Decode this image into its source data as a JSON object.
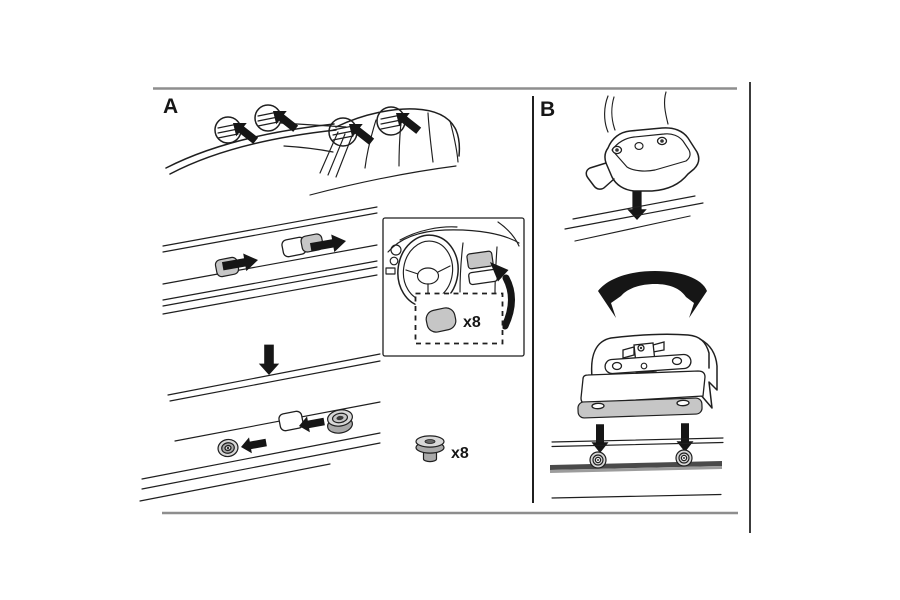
{
  "sheet": {
    "panels": {
      "a": {
        "label": "A",
        "glovebox_inset": {
          "qty_label": "x8"
        },
        "grommet_part": {
          "qty_label": "x8"
        }
      },
      "b": {
        "label": "B"
      }
    }
  },
  "icons": {
    "bold-arrow-icon": "filled polygon directional arrow",
    "rotate-arrow-icon": "thick curved black ribbon with swallowtail tips",
    "curved-arrow-icon": "black swoosh arrow pointing to glovebox",
    "fixpoint-circle-icon": "magnifier circle over roof fixpoint"
  },
  "colors": {
    "background": "#ffffff",
    "line": "#1f1f1f",
    "arrow_black": "#161616",
    "part_gray": "#c6c6c6",
    "part_gray_dark": "#a9a9a9",
    "part_gray_light": "#d8d8d8",
    "frame_rule": "#8e8e8e",
    "rail_band": "#4a4a4a"
  }
}
